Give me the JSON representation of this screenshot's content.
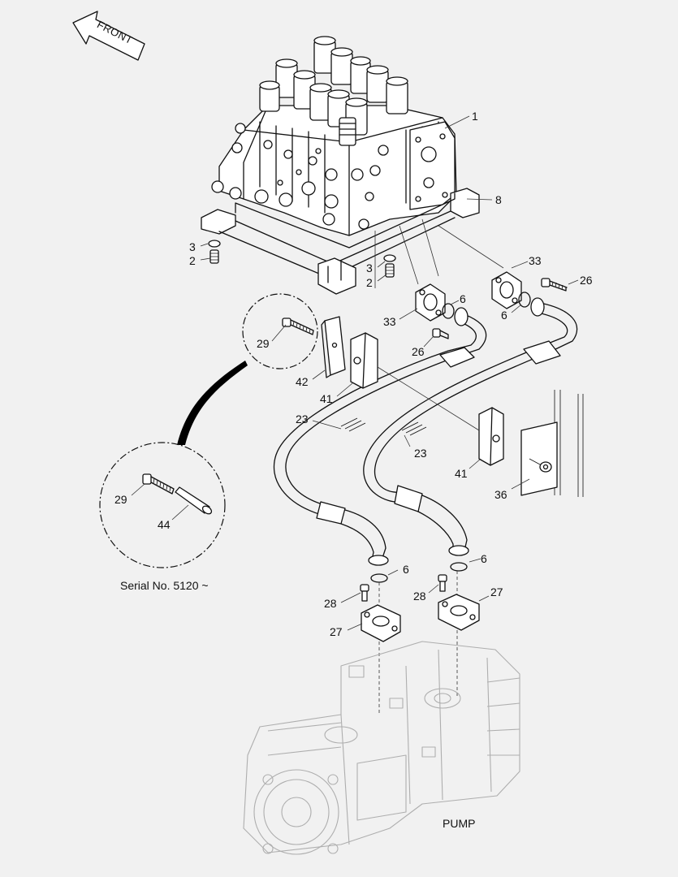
{
  "labels": {
    "front": "FRONT",
    "serial_note": "Serial No. 5120 ~",
    "pump": "PUMP"
  },
  "callouts": [
    {
      "id": "c1",
      "text": "1"
    },
    {
      "id": "c8",
      "text": "8"
    },
    {
      "id": "c3a",
      "text": "3"
    },
    {
      "id": "c2a",
      "text": "2"
    },
    {
      "id": "c3b",
      "text": "3"
    },
    {
      "id": "c2b",
      "text": "2"
    },
    {
      "id": "c33a",
      "text": "33"
    },
    {
      "id": "c26a",
      "text": "26"
    },
    {
      "id": "c33b",
      "text": "33"
    },
    {
      "id": "c6a",
      "text": "6"
    },
    {
      "id": "c6b",
      "text": "6"
    },
    {
      "id": "c26b",
      "text": "26"
    },
    {
      "id": "c29a",
      "text": "29"
    },
    {
      "id": "c42",
      "text": "42"
    },
    {
      "id": "c41a",
      "text": "41"
    },
    {
      "id": "c23a",
      "text": "23"
    },
    {
      "id": "c23b",
      "text": "23"
    },
    {
      "id": "c41b",
      "text": "41"
    },
    {
      "id": "c36",
      "text": "36"
    },
    {
      "id": "c29b",
      "text": "29"
    },
    {
      "id": "c44",
      "text": "44"
    },
    {
      "id": "c6c",
      "text": "6"
    },
    {
      "id": "c6d",
      "text": "6"
    },
    {
      "id": "c28a",
      "text": "28"
    },
    {
      "id": "c28b",
      "text": "28"
    },
    {
      "id": "c27a",
      "text": "27"
    },
    {
      "id": "c27b",
      "text": "27"
    }
  ]
}
